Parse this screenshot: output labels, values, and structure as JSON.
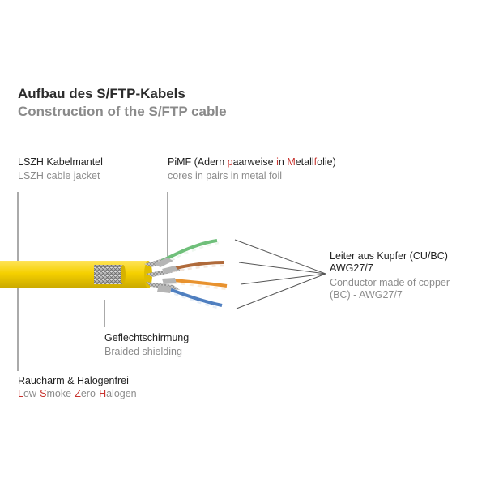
{
  "title": {
    "de": "Aufbau des S/FTP-Kabels",
    "en": "Construction of the S/FTP cable"
  },
  "jacket": {
    "de": "LSZH Kabelmantel",
    "en": "LSZH cable jacket"
  },
  "pimf": {
    "de_parts": [
      {
        "text": "PiMF (Adern ",
        "hl": false
      },
      {
        "text": "p",
        "hl": true
      },
      {
        "text": "aarweise ",
        "hl": false
      },
      {
        "text": "i",
        "hl": true
      },
      {
        "text": "n ",
        "hl": false
      },
      {
        "text": "M",
        "hl": true
      },
      {
        "text": "etall",
        "hl": false
      },
      {
        "text": "f",
        "hl": true
      },
      {
        "text": "olie)",
        "hl": false
      }
    ],
    "en": "cores in pairs in metal foil"
  },
  "conductor": {
    "de_line1": "Leiter aus Kupfer (CU/BC)",
    "de_line2": "AWG27/7",
    "en_line1": "Conductor made of copper",
    "en_line2": "(BC) - AWG27/7"
  },
  "shield": {
    "de": "Geflechtschirmung",
    "en": "Braided shielding"
  },
  "lszh": {
    "de": "Raucharm & Halogenfrei",
    "en_parts": [
      {
        "text": "L",
        "hl": true
      },
      {
        "text": "ow-",
        "hl": false
      },
      {
        "text": "S",
        "hl": true
      },
      {
        "text": "moke-",
        "hl": false
      },
      {
        "text": "Z",
        "hl": true
      },
      {
        "text": "ero-",
        "hl": false
      },
      {
        "text": "H",
        "hl": true
      },
      {
        "text": "alogen",
        "hl": false
      }
    ]
  },
  "colors": {
    "jacket": "#f5d000",
    "highlight": "#c8322d",
    "pair_green": "#6fbf7a",
    "pair_brown": "#b06a3a",
    "pair_orange": "#e8922e",
    "pair_blue": "#4f7fc0",
    "shield": "#b9b9b9"
  }
}
